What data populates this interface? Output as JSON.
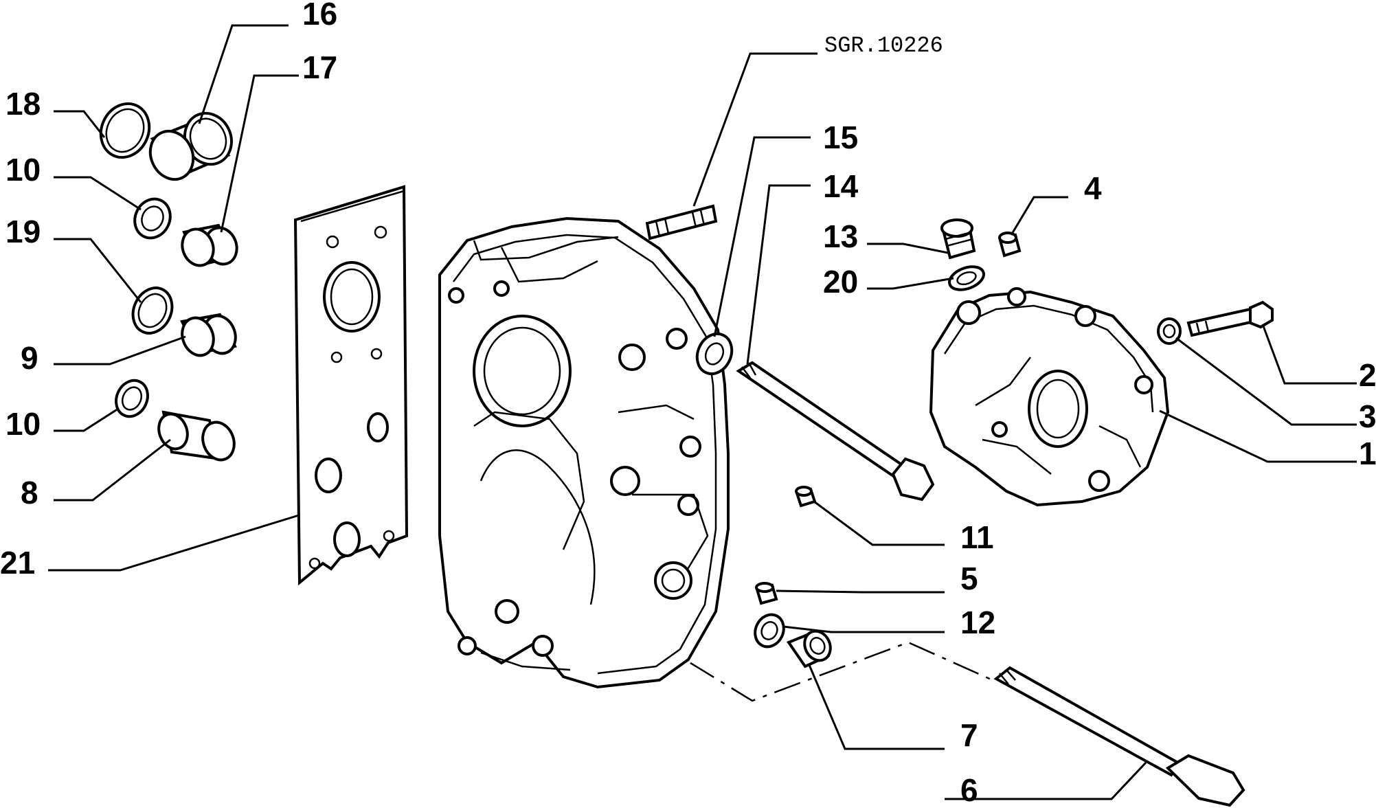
{
  "drawing_code": "SGR.10226",
  "callouts": [
    {
      "id": "c16",
      "text": "16"
    },
    {
      "id": "c17",
      "text": "17"
    },
    {
      "id": "c18",
      "text": "18"
    },
    {
      "id": "c10a",
      "text": "10"
    },
    {
      "id": "c19",
      "text": "19"
    },
    {
      "id": "c9",
      "text": "9"
    },
    {
      "id": "c10b",
      "text": "10"
    },
    {
      "id": "c8",
      "text": "8"
    },
    {
      "id": "c21",
      "text": "21"
    },
    {
      "id": "c15",
      "text": "15"
    },
    {
      "id": "c14",
      "text": "14"
    },
    {
      "id": "c4",
      "text": "4"
    },
    {
      "id": "c13",
      "text": "13"
    },
    {
      "id": "c20",
      "text": "20"
    },
    {
      "id": "c2",
      "text": "2"
    },
    {
      "id": "c3",
      "text": "3"
    },
    {
      "id": "c1",
      "text": "1"
    },
    {
      "id": "c11",
      "text": "11"
    },
    {
      "id": "c5",
      "text": "5"
    },
    {
      "id": "c12",
      "text": "12"
    },
    {
      "id": "c7",
      "text": "7"
    },
    {
      "id": "c6",
      "text": "6"
    }
  ]
}
